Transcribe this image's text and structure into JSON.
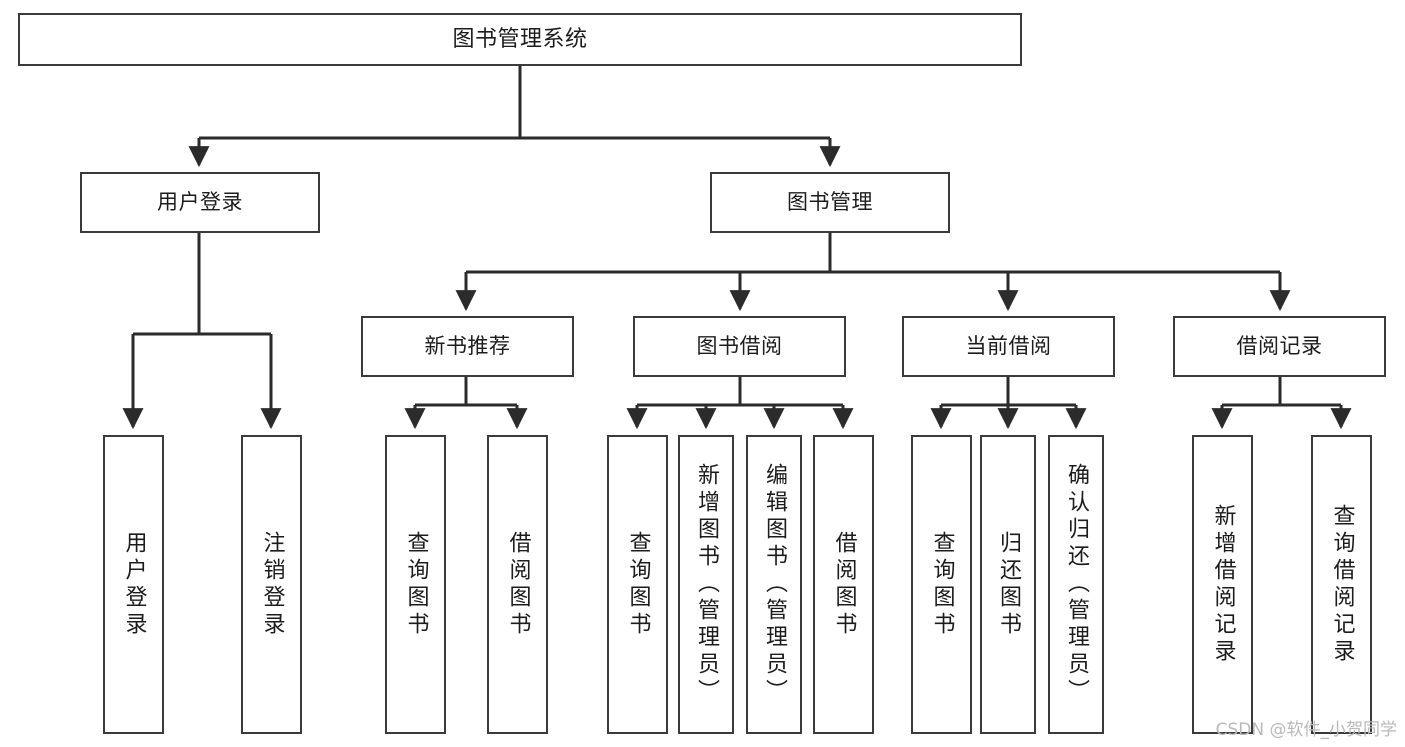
{
  "diagram": {
    "type": "tree-hierarchy",
    "title": "图书管理系统",
    "watermark": "CSDN @软件_小贺同学",
    "colors": {
      "background": "#ffffff",
      "box_border": "#3a3a3a",
      "connector": "#2b2b2b",
      "text": "#1c1c1c",
      "watermark": "#b9b9b9"
    },
    "root": {
      "id": "root",
      "label": "图书管理系统"
    },
    "level2": [
      {
        "id": "user-login",
        "label": "用户登录"
      },
      {
        "id": "book-management",
        "label": "图书管理"
      }
    ],
    "level3": [
      {
        "id": "new-book-recommend",
        "label": "新书推荐",
        "parent": "book-management"
      },
      {
        "id": "book-borrow",
        "label": "图书借阅",
        "parent": "book-management"
      },
      {
        "id": "current-borrow",
        "label": "当前借阅",
        "parent": "book-management"
      },
      {
        "id": "borrow-record",
        "label": "借阅记录",
        "parent": "book-management"
      }
    ],
    "leaves": {
      "user-login": [
        {
          "id": "leaf-user-login",
          "label": "用户登录"
        },
        {
          "id": "leaf-user-logout",
          "label": "注销登录"
        }
      ],
      "new-book-recommend": [
        {
          "id": "leaf-query-book-1",
          "label": "查询图书"
        },
        {
          "id": "leaf-borrow-book-1",
          "label": "借阅图书"
        }
      ],
      "book-borrow": [
        {
          "id": "leaf-query-book-2",
          "label": "查询图书"
        },
        {
          "id": "leaf-add-book",
          "label": "新增图书（管理员）"
        },
        {
          "id": "leaf-edit-book",
          "label": "编辑图书（管理员）"
        },
        {
          "id": "leaf-borrow-book-2",
          "label": "借阅图书"
        }
      ],
      "current-borrow": [
        {
          "id": "leaf-query-book-3",
          "label": "查询图书"
        },
        {
          "id": "leaf-return-book",
          "label": "归还图书"
        },
        {
          "id": "leaf-confirm-return",
          "label": "确认归还（管理员）"
        }
      ],
      "borrow-record": [
        {
          "id": "leaf-add-record",
          "label": "新增借阅记录"
        },
        {
          "id": "leaf-query-record",
          "label": "查询借阅记录"
        }
      ]
    }
  }
}
